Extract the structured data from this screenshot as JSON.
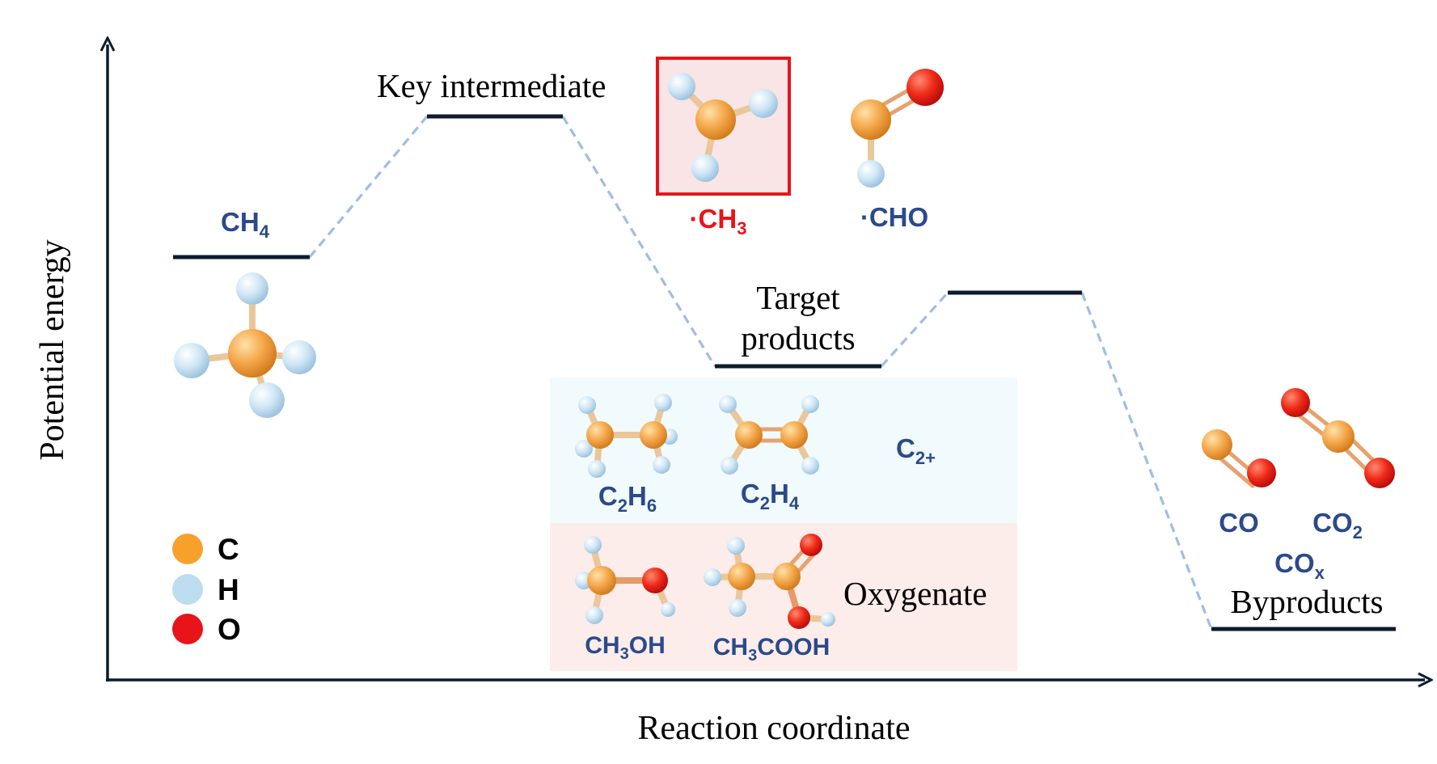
{
  "axes": {
    "y_label": "Potential energy",
    "x_label": "Reaction coordinate"
  },
  "stages": {
    "reactant": {
      "label": "CH",
      "sub": "4"
    },
    "intermediate": {
      "title": "Key intermediate"
    },
    "target": {
      "title_line1": "Target",
      "title_line2": "products"
    },
    "byproducts": {
      "title": "Byproducts"
    }
  },
  "intermediates": {
    "ch3": {
      "label": "·CH",
      "sub": "3"
    },
    "cho": {
      "label": "·CHO"
    }
  },
  "products": {
    "c2_group": {
      "label": "C",
      "sub": "2+"
    },
    "c2h6": {
      "p1": "C",
      "s1": "2",
      "p2": "H",
      "s2": "6"
    },
    "c2h4": {
      "p1": "C",
      "s1": "2",
      "p2": "H",
      "s2": "4"
    },
    "oxygenate_group": {
      "label": "Oxygenate"
    },
    "ch3oh": {
      "p1": "CH",
      "s1": "3",
      "p2": "OH"
    },
    "ch3cooh": {
      "p1": "CH",
      "s1": "3",
      "p2": "COOH"
    }
  },
  "byproducts": {
    "co": {
      "label": "CO"
    },
    "co2": {
      "label": "CO",
      "sub": "2"
    },
    "cox": {
      "label": "CO",
      "sub": "x"
    }
  },
  "legend": [
    {
      "label": "C",
      "color": "#f7a12c"
    },
    {
      "label": "H",
      "color": "#bcdcf0"
    },
    {
      "label": "O",
      "color": "#e8141a"
    }
  ],
  "colors": {
    "carbon": "#f7a12c",
    "hydrogen": "#bcdcf0",
    "oxygen": "#e8141a",
    "c2_panel": "#f1fafc",
    "oxygenate_panel": "#fcecea",
    "highlight_box": "#e8141a",
    "highlight_fill": "#f9e4e6",
    "label_blue": "#2b4a8b",
    "connector": "#9fbde6"
  }
}
